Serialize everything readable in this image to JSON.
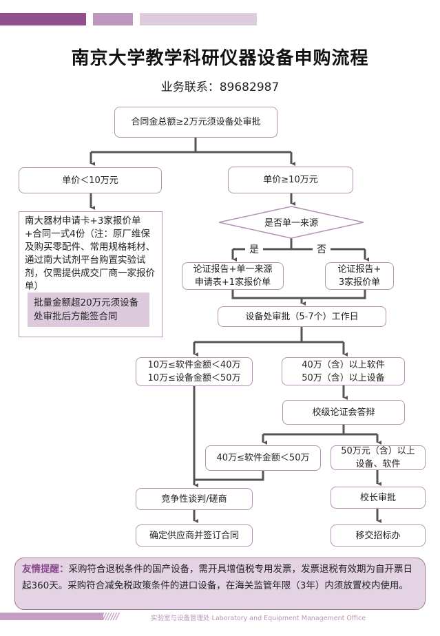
{
  "header": {
    "title": "南京大学教学科研仪器设备申购流程",
    "contact": "业务联系：89682987",
    "accent_bars": [
      "#924f8e",
      "#bf96bd",
      "#decbde"
    ]
  },
  "flow": {
    "start": "合同金总额≥2万元须设备处审批",
    "branch_low": "单价＜10万元",
    "branch_high": "单价≥10万元",
    "low_note": "南大器材申请卡+3家报价单+合同一式4份（注：原厂维保及购买零配件、常用规格耗材、通过南大试剂平台购置实验试剂，仅需提供成交厂商一家报价单）",
    "low_note_highlight": "批量金额超20万元须设备处审批后方能签合同",
    "decision": "是否单一来源",
    "yes_label": "是",
    "no_label": "否",
    "yes_box": [
      "论证报告+单一来源",
      "申请表+1家报价单"
    ],
    "no_box": [
      "论证报告+",
      "3家报价单"
    ],
    "approval": "设备处审批（5-7个）工作日",
    "mid_range": [
      "10万≤软件金额＜40万",
      "10万≤设备金额＜50万"
    ],
    "high_range": [
      "40万（含）以上软件",
      "50万（含）以上设备"
    ],
    "defense": "校级论证会答辩",
    "software_range": "40万≤软件金额＜50万",
    "over_50": [
      "50万元（含）以上",
      "设备、软件"
    ],
    "negotiation": "竞争性谈判/磋商",
    "contract": "确定供应商并签订合同",
    "president": "校长审批",
    "bidding": "移交招标办"
  },
  "tip": {
    "label": "友情提醒：",
    "text": "采购符合退税条件的国产设备，需开具增值税专用发票，发票退税有效期为自开票日起360天。采购符合减免税政策条件的进口设备，在海关监管年限（3年）内须放置校内使用。"
  },
  "footer": {
    "stripes": "///////",
    "office": "实验室与设备管理处  Laboratory and Equipment Management Office"
  }
}
